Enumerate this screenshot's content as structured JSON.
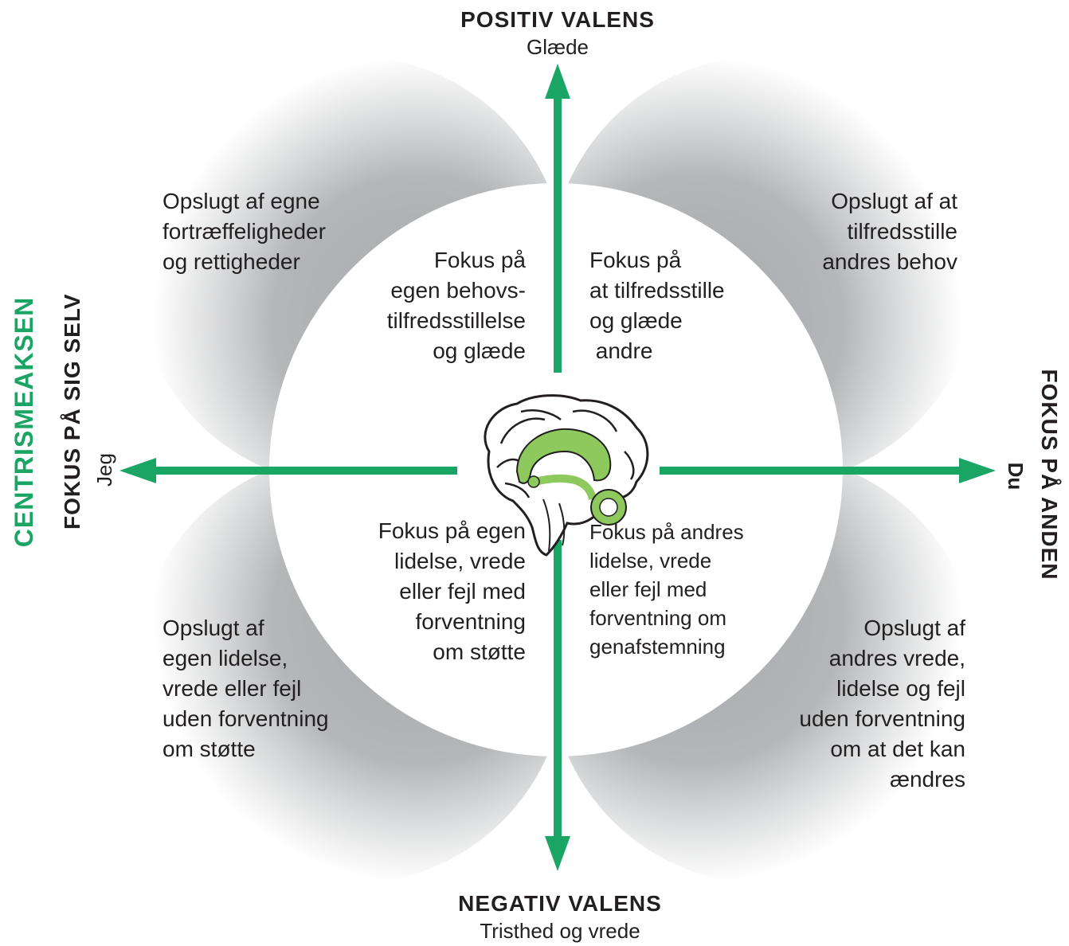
{
  "colors": {
    "accent_green": "#1aa564",
    "brain_green": "#8dc95d",
    "petal_gray": "#a7a9ac",
    "center_circle": "#ffffff",
    "text": "#231f20"
  },
  "axes": {
    "top": {
      "title": "POSITIV VALENS",
      "subtitle": "Glæde"
    },
    "bottom": {
      "title": "NEGATIV VALENS",
      "subtitle": "Tristhed og vrede"
    },
    "left": {
      "axis_name": "CENTRISMEAKSEN",
      "title": "FOKUS PÅ SIG SELV",
      "subtitle": "Jeg"
    },
    "right": {
      "title": "FOKUS PÅ ANDEN",
      "subtitle": "Du"
    }
  },
  "outer": {
    "top_left": "Opslugt af egne\nfortræffeligheder\nog rettigheder",
    "top_right": "Opslugt af at\ntilfredsstille\nandres behov",
    "bottom_left": "Opslugt af\negen lidelse,\nvrede eller fejl\nuden forventning\nom støtte",
    "bottom_right": "Opslugt af\nandres vrede,\nlidelse og fejl\nuden forventning\nom at det kan\nændres"
  },
  "inner": {
    "top_left": "Fokus på\negen behovs-\ntilfredsstillelse\nog glæde",
    "top_right": "Fokus på\nat tilfredsstille\nog glæde\n andre",
    "bottom_left": "Fokus på egen\nlidelse, vrede\neller fejl med\nforventning\nom støtte",
    "bottom_right": "Fokus på andres\nlidelse, vrede\neller fejl med\nforventning om\ngenafstemning"
  },
  "center_icon": "brain-icon"
}
